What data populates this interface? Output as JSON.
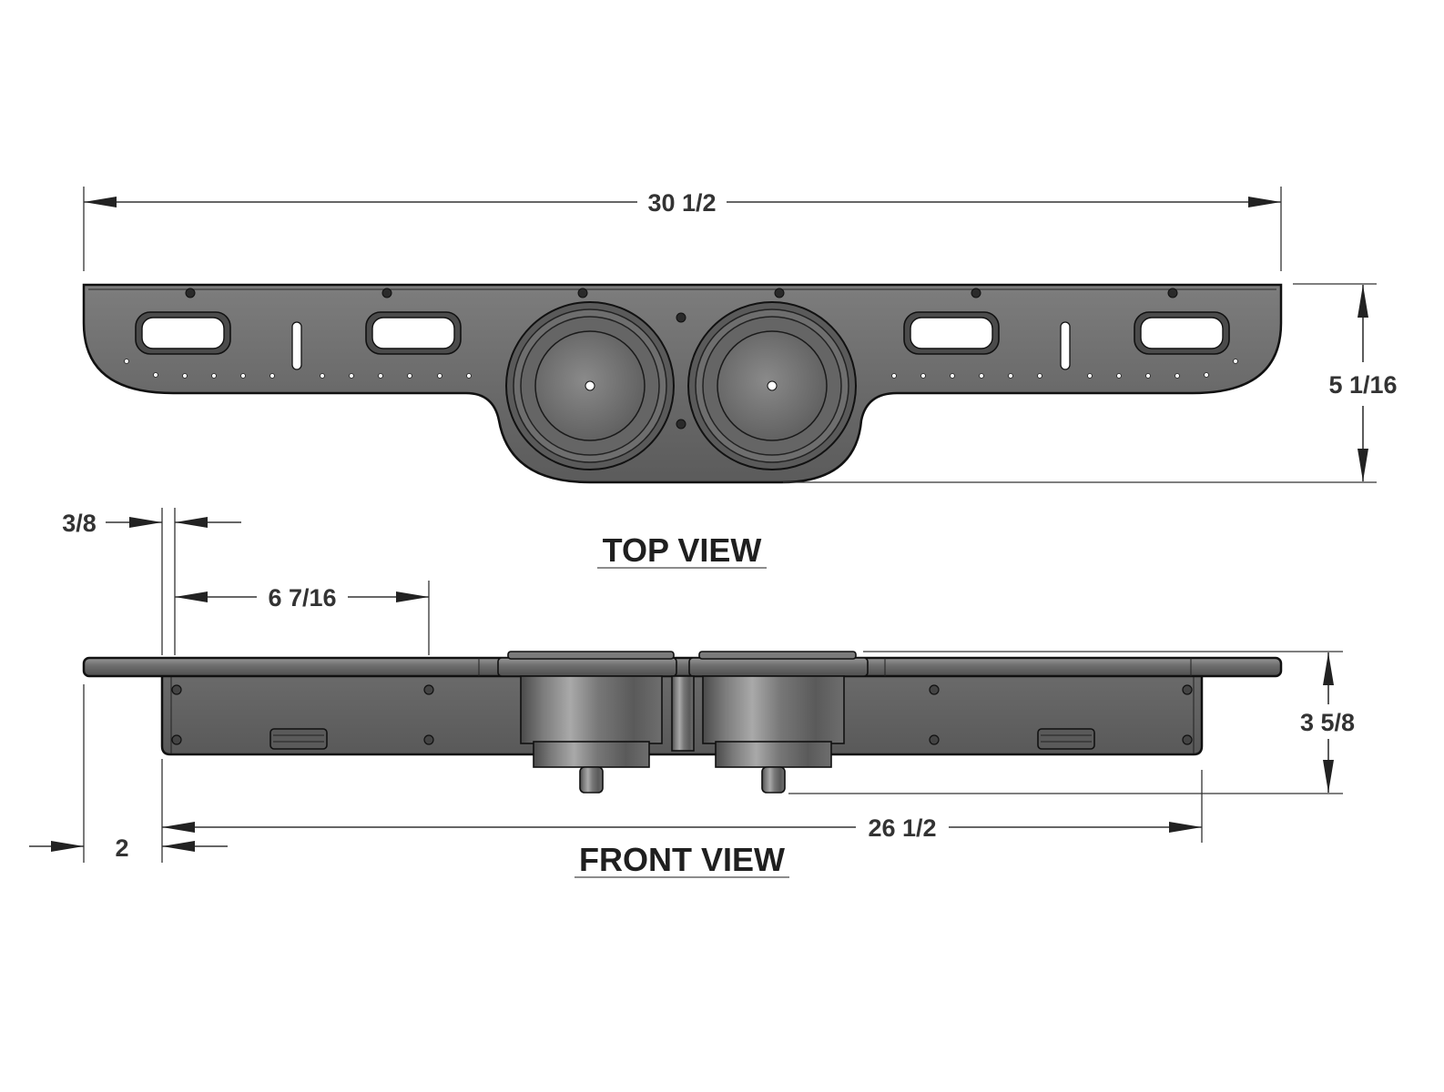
{
  "views": {
    "top": {
      "label": "TOP VIEW"
    },
    "front": {
      "label": "FRONT VIEW"
    }
  },
  "dimensions": {
    "overall_width": "30 1/2",
    "top_depth": "5 1/16",
    "flange_offset": "3/8",
    "mount_spacing": "6 7/16",
    "front_height": "3 5/8",
    "base_length": "26 1/2",
    "overhang": "2"
  },
  "colors": {
    "body_light": "#8f8f8f",
    "body_dark": "#585858",
    "outline": "#111111",
    "dimension": "#333333"
  }
}
